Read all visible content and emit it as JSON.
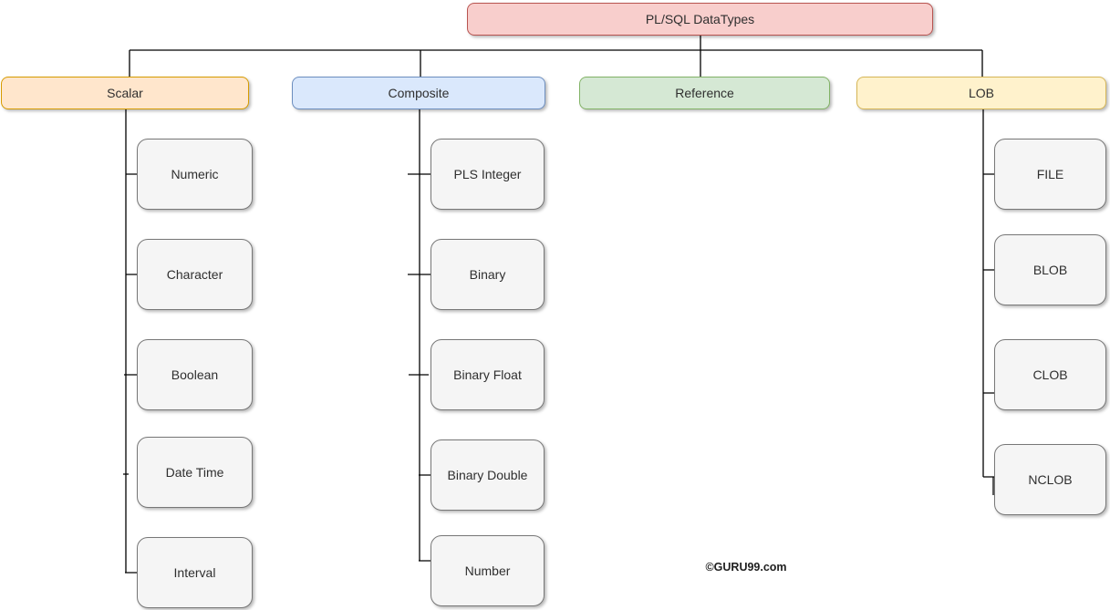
{
  "diagram": {
    "watermark": "©GURU99.com",
    "root": {
      "label": "PL/SQL DataTypes"
    },
    "categories": [
      {
        "id": "scalar",
        "label": "Scalar",
        "children": [
          "Numeric",
          "Character",
          "Boolean",
          "Date Time",
          "Interval"
        ]
      },
      {
        "id": "composite",
        "label": "Composite",
        "children": [
          "PLS Integer",
          "Binary",
          "Binary Float",
          "Binary Double",
          "Number"
        ]
      },
      {
        "id": "reference",
        "label": "Reference",
        "children": []
      },
      {
        "id": "lob",
        "label": "LOB",
        "children": [
          "FILE",
          "BLOB",
          "CLOB",
          "NCLOB"
        ]
      }
    ],
    "colors": {
      "root_fill": "#f8cecc",
      "root_stroke": "#b85450",
      "scalar_fill": "#ffe6cc",
      "scalar_stroke": "#d79b00",
      "composite_fill": "#dae8fc",
      "composite_stroke": "#6c8ebf",
      "reference_fill": "#d5e8d4",
      "reference_stroke": "#82b366",
      "lob_fill": "#fff2cc",
      "lob_stroke": "#d6b656",
      "leaf_fill": "#f5f5f5",
      "leaf_stroke": "#777777",
      "connector": "#000000",
      "background": "#ffffff"
    }
  }
}
